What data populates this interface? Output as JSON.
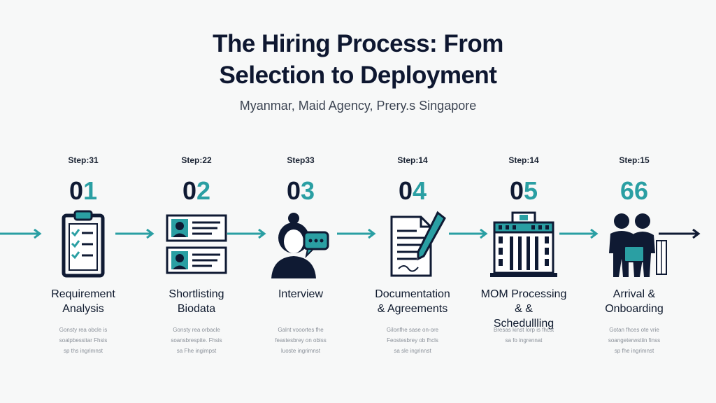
{
  "header": {
    "title_line1": "The Hiring Process: From",
    "title_line2": "Selection to Deployment",
    "subtitle": "Myanmar, Maid Agency, Prery.s Singapore"
  },
  "colors": {
    "teal": "#2a9fa3",
    "navy": "#0f1a33"
  },
  "steps": [
    {
      "label": "Step:31",
      "num_a": "0",
      "num_b": "1",
      "title": "Requirement\nAnalysis",
      "desc": "Gonsty rea obcle is\nsoalpbessitar Fhsis\nsp ths ingrimnst",
      "icon": "clipboard-checklist-icon"
    },
    {
      "label": "Step:22",
      "num_a": "0",
      "num_b": "2",
      "title": "Shortlisting\nBiodata",
      "desc": "Gonsty rea orbacle\nsoansbrespite. Fhsis\nsa Fhe ingimpst",
      "icon": "biodata-cards-icon"
    },
    {
      "label": "Step33",
      "num_a": "0",
      "num_b": "3",
      "title": "Interview",
      "desc": "Galnt vooortes fhe\nfeastesbrey on obiss\nluoste ingrimnst",
      "icon": "interview-person-icon"
    },
    {
      "label": "Step:14",
      "num_a": "0",
      "num_b": "4",
      "title": "Documentation\n& Agreements",
      "desc": "Gilonfhe sase on-ore\nFeostesbrey ob fhcls\nsa sle ingrinnst",
      "icon": "document-pen-icon"
    },
    {
      "label": "Step:14",
      "num_a": "0",
      "num_b": "5",
      "title": "MOM Processing\n& &\nSchedullling",
      "desc": "Bresas kinst lorp is fhcst\nsa fo ingrennat",
      "icon": "government-building-icon"
    },
    {
      "label": "Step:15",
      "num_a": "6",
      "num_b": "6",
      "title": "Arrival &\nOnboarding",
      "desc": "Gotan fhces ote vrie\nsoangeterwstiin finss\nsp fhe ingrimnst",
      "icon": "arrival-people-icon"
    }
  ]
}
